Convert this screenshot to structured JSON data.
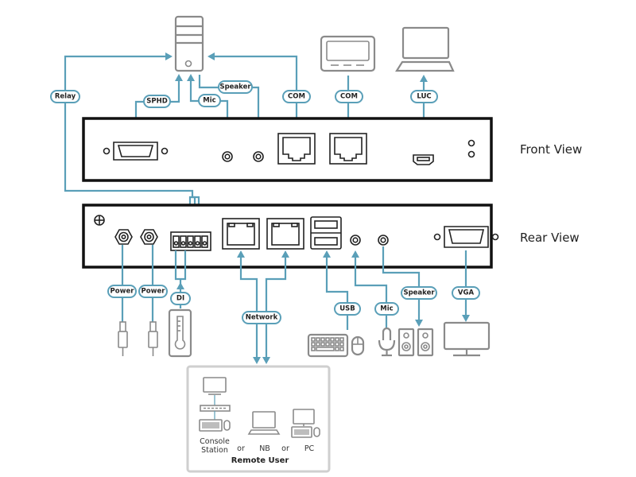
{
  "views": {
    "front": "Front View",
    "rear": "Rear View"
  },
  "top_connections": {
    "relay": "Relay",
    "sphd": "SPHD",
    "mic": "Mic",
    "speaker": "Speaker",
    "com_pc": "COM",
    "com_terminal": "COM",
    "luc": "LUC"
  },
  "bottom_connections": {
    "power_1": "Power",
    "power_2": "Power",
    "di": "DI",
    "network": "Network",
    "usb": "USB",
    "mic": "Mic",
    "speaker": "Speaker",
    "vga": "VGA"
  },
  "remote_user": {
    "title": "Remote User",
    "console_line1": "Console",
    "console_line2": "Station",
    "or_1": "or",
    "nb": "NB",
    "or_2": "or",
    "pc": "PC"
  },
  "colors": {
    "connector_line": "#5a9fb8",
    "device_outline": "#8a8a8a",
    "chassis_outline": "#111111"
  },
  "icons": [
    "computer-tower-icon",
    "terminal-icon",
    "laptop-icon",
    "vga-port-icon",
    "audio-jack-icon",
    "rj45-port-icon",
    "hdmi-port-icon",
    "led-icon",
    "ground-screw-icon",
    "power-jack-icon",
    "terminal-block-icon",
    "usb-port-icon",
    "power-plug-icon",
    "thermometer-icon",
    "keyboard-icon",
    "mouse-icon",
    "microphone-icon",
    "speakers-icon",
    "monitor-icon",
    "console-station-icon",
    "pc-icon"
  ]
}
